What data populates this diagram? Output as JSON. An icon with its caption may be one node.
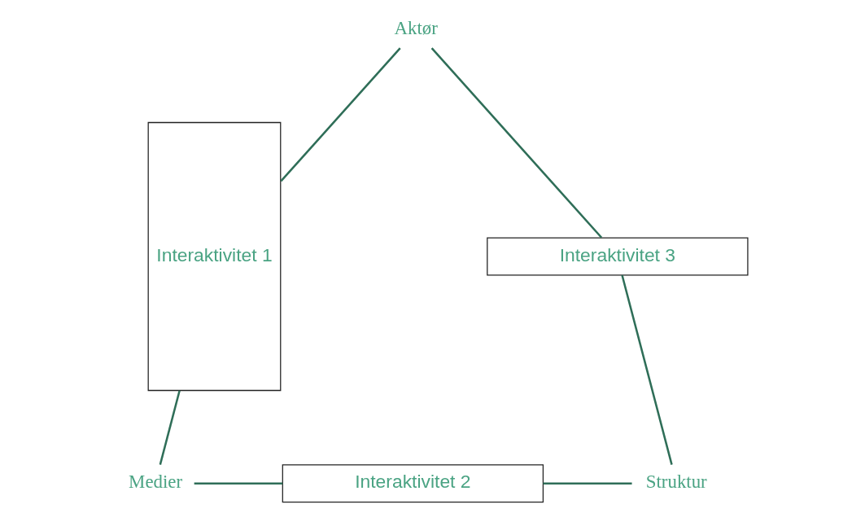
{
  "diagram": {
    "nodes": [
      {
        "text": [
          "Aktør"
        ]
      },
      {
        "text": [
          "Interaktivitet 1"
        ]
      },
      {
        "text": [
          "Interaktivitet 3"
        ]
      },
      {
        "text": [
          "Interaktivitet 2"
        ]
      },
      {
        "text": [
          "Struktur"
        ]
      },
      {
        "text": [
          "Medier"
        ]
      }
    ],
    "edges": [
      {
        "from": 0,
        "to": 1,
        "arrow": "none"
      },
      {
        "from": 1,
        "to": 5,
        "arrow": "none"
      },
      {
        "from": 5,
        "to": 3,
        "arrow": "none"
      },
      {
        "from": 3,
        "to": 4,
        "arrow": "none"
      },
      {
        "from": 4,
        "to": 2,
        "arrow": "none"
      },
      {
        "from": 2,
        "to": 0,
        "arrow": "none"
      }
    ]
  }
}
